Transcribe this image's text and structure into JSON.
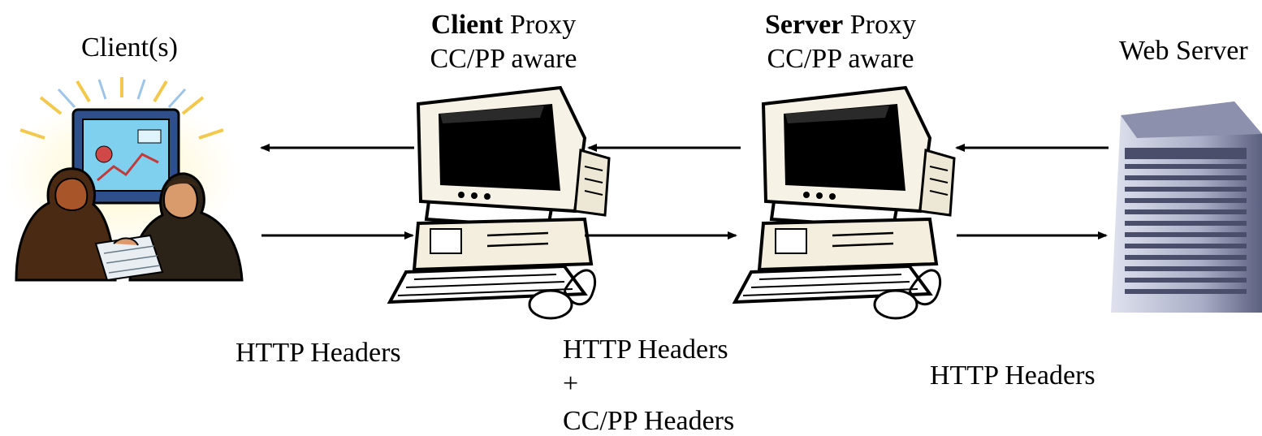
{
  "nodes": {
    "client": {
      "label": "Client(s)"
    },
    "client_proxy": {
      "label_bold": "Client",
      "label_rest": " Proxy",
      "sublabel": "CC/PP aware"
    },
    "server_proxy": {
      "label_bold": "Server",
      "label_rest": " Proxy",
      "sublabel": "CC/PP aware"
    },
    "web_server": {
      "label": "Web Server"
    }
  },
  "links": {
    "client_to_client_proxy": {
      "label": "HTTP Headers"
    },
    "client_proxy_to_server_proxy": {
      "line1": "HTTP Headers",
      "line2": "+",
      "line3": "CC/PP Headers"
    },
    "server_proxy_to_web_server": {
      "label": "HTTP Headers"
    }
  }
}
